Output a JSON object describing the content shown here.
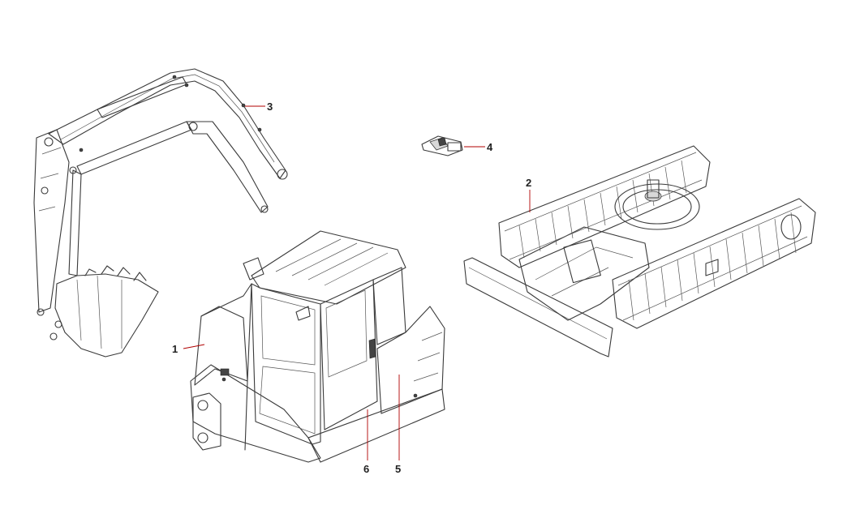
{
  "diagram": {
    "callouts": [
      {
        "id": "1",
        "label": "1",
        "part": "cab-body"
      },
      {
        "id": "2",
        "label": "2",
        "part": "undercarriage"
      },
      {
        "id": "3",
        "label": "3",
        "part": "boom-arm-bucket"
      },
      {
        "id": "4",
        "label": "4",
        "part": "small-bracket"
      },
      {
        "id": "5",
        "label": "5",
        "part": "rear-cover"
      },
      {
        "id": "6",
        "label": "6",
        "part": "cab-door"
      }
    ],
    "colors": {
      "line": "#3a3a3a",
      "leader": "#b00000",
      "background": "#ffffff"
    }
  }
}
